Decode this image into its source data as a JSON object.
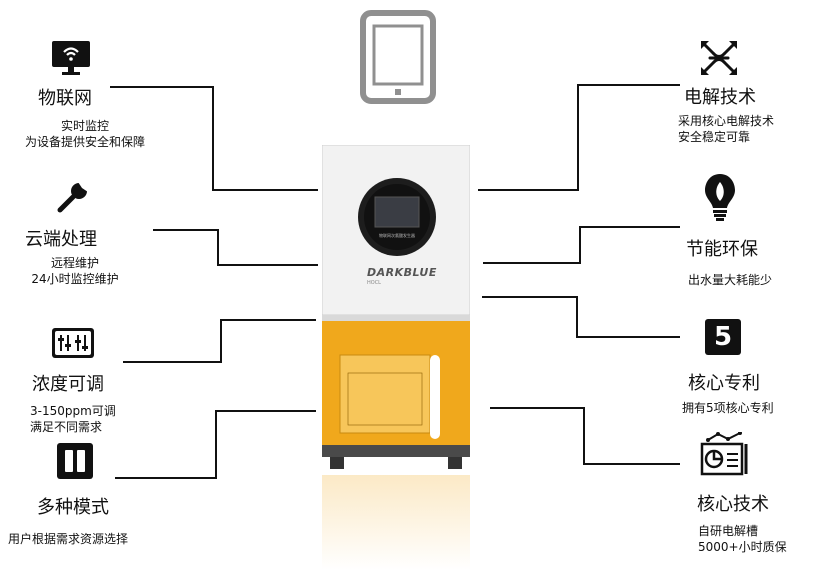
{
  "product": {
    "brand": "DARKBLUE",
    "sub": "HOCL",
    "screen_caption": "物联网次氯酸发生器",
    "body_color": "#f2f2f2",
    "base_color": "#f0a81c"
  },
  "features_left": [
    {
      "icon": "monitor-wifi-icon",
      "title": "物联网",
      "desc": [
        "实时监控",
        "为设备提供安全和保障"
      ]
    },
    {
      "icon": "wrench-icon",
      "title": "云端处理",
      "desc": [
        "远程维护",
        "24小时监控维护"
      ]
    },
    {
      "icon": "sliders-icon",
      "title": "浓度可调",
      "desc": [
        "3-150ppm可调",
        "满足不同需求"
      ]
    },
    {
      "icon": "pause-icon",
      "title": "多种模式",
      "desc": [
        "用户根据需求资源选择"
      ]
    }
  ],
  "features_right": [
    {
      "icon": "electrolysis-icon",
      "title": "电解技术",
      "desc": [
        "采用核心电解技术",
        "安全稳定可靠"
      ]
    },
    {
      "icon": "bulb-leaf-icon",
      "title": "节能环保",
      "desc": [
        "出水量大耗能少"
      ]
    },
    {
      "icon": "five-icon",
      "title": "核心专利",
      "desc": [
        "拥有5项核心专利"
      ]
    },
    {
      "icon": "tech-chart-icon",
      "title": "核心技术",
      "desc": [
        "自研电解槽",
        "5000+小时质保"
      ]
    }
  ],
  "top_icon": "tablet-icon",
  "five_glyph": "5"
}
